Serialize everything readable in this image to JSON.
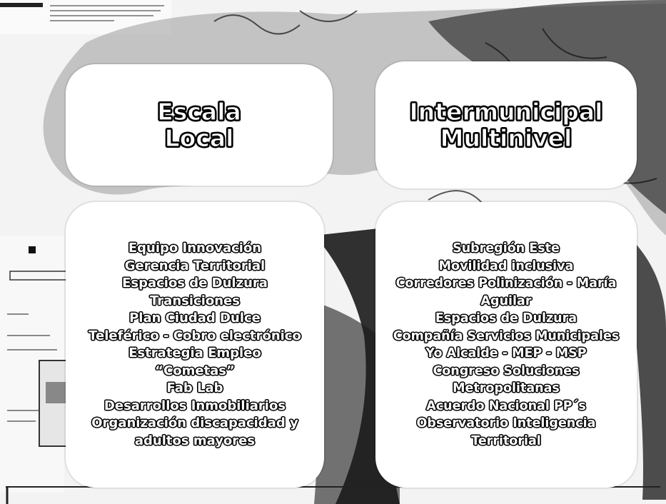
{
  "quadrants": {
    "local": {
      "title": [
        "Escala",
        "Local"
      ],
      "items": [
        "Equipo Innovación",
        "Gerencia Territorial",
        "Espacios de Dulzura",
        "Transiciones",
        "Plan Ciudad Dulce",
        "Teleférico - Cobro electrónico",
        "Estrategia Empleo",
        "“Cometas”",
        "Fab Lab",
        "Desarrollos Inmobiliarios",
        "Organización discapacidad y",
        "adultos mayores"
      ]
    },
    "intermunicipal": {
      "title": [
        "Intermunicipal",
        "Multinivel"
      ],
      "items": [
        "Subregión Este",
        "Movilidad inclusiva",
        "Corredores Polinización - María",
        "Aguilar",
        "Espacios de Dulzura",
        "Compañía Servicios Municipales",
        "Yo Alcalde - MEP - MSP",
        "Congreso Soluciones",
        "Metropolitanas",
        "Acuerdo Nacional PP´s",
        "Observatorio Inteligencia",
        "Territorial"
      ]
    }
  },
  "colors": {
    "card_fill": "#ffffff",
    "text_fill": "#ffffff",
    "text_outline": "#000000"
  }
}
